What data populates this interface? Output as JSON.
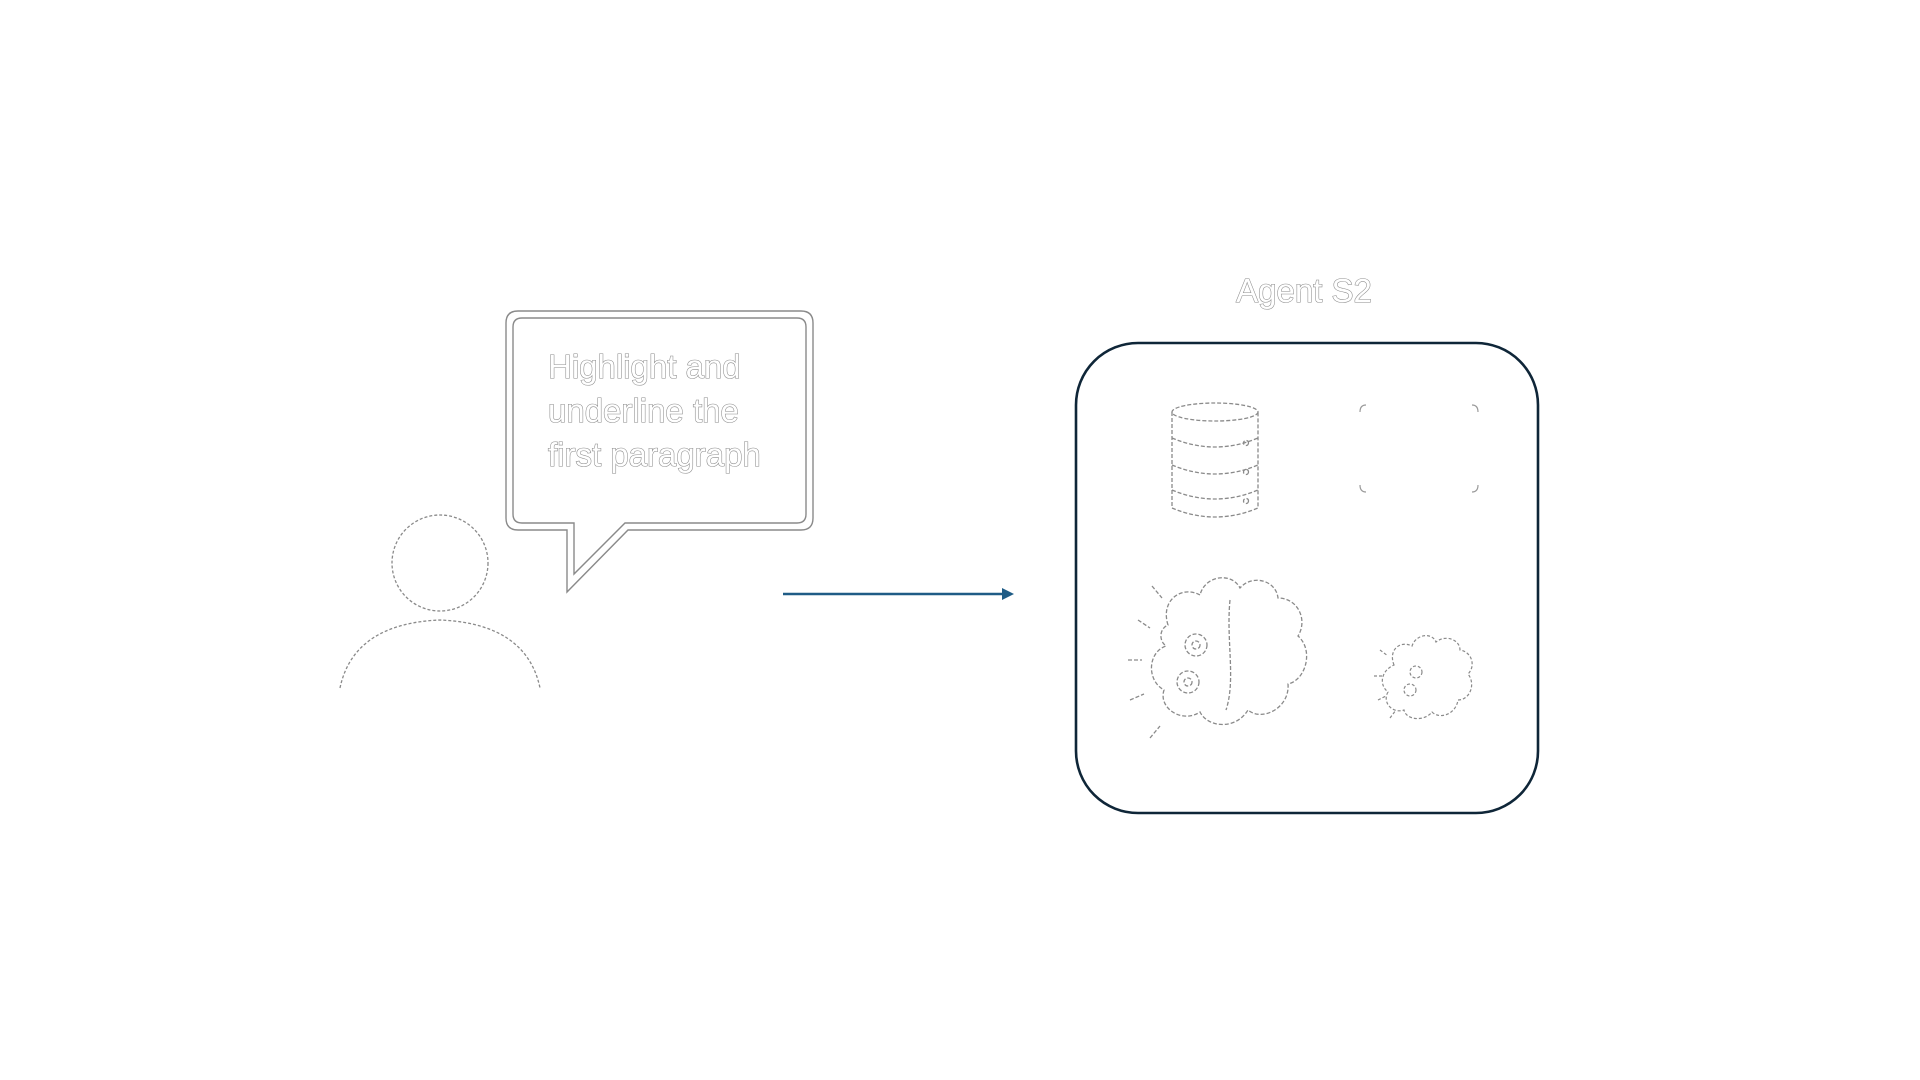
{
  "user_prompt": {
    "lines": [
      "Highlight and",
      "underline the",
      "first paragraph"
    ]
  },
  "agent": {
    "title": "Agent S2"
  },
  "colors": {
    "arrow": "#1f5c86",
    "agent_box_border": "#0f2638",
    "outline": "#8a8a8a",
    "background": "#ffffff"
  },
  "icons": [
    "user-icon",
    "speech-bubble-icon",
    "database-icon",
    "placeholder-icon",
    "brain-gears-icon",
    "small-brain-gears-icon",
    "arrow-right-icon"
  ]
}
